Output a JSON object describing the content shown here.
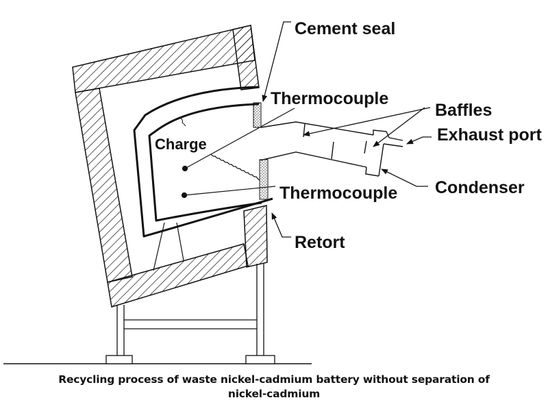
{
  "labels": {
    "cement_seal": "Cement seal",
    "thermocouple_top": "Thermocouple",
    "baffles": "Baffles",
    "exhaust_port": "Exhaust port",
    "charge": "Charge",
    "thermocouple_bottom": "Thermocouple",
    "condenser": "Condenser",
    "retort": "Retort"
  },
  "caption": {
    "line1": "Recycling process of waste nickel-cadmium battery without separation of",
    "line2": "nickel-cadmium"
  }
}
